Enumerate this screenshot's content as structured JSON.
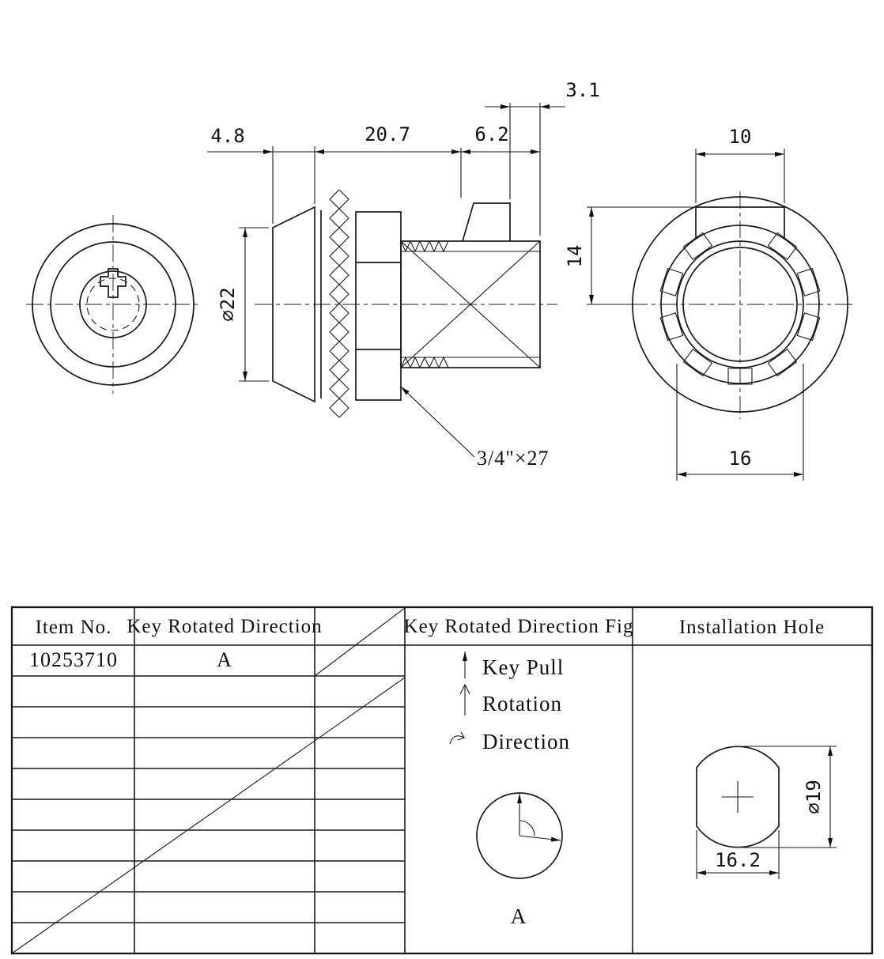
{
  "side_view": {
    "dim_head_thickness": "4.8",
    "dim_body_length": "20.7",
    "dim_cam_length": "6.2",
    "dim_cam_offset": "3.1",
    "dim_head_diameter": "⌀22",
    "thread_label": "3/4\"×27"
  },
  "rear_view": {
    "dim_flat_width": "10",
    "dim_flat_to_center": "14",
    "dim_across_width": "16"
  },
  "table": {
    "headers": {
      "item_no": "Item No.",
      "key_rotated_direction": "Key Rotated Direction",
      "key_rotated_direction_fig": "Key Rotated Direction Fig",
      "installation_hole": "Installation Hole"
    },
    "row": {
      "item_no": "10253710",
      "key_rotated_direction": "A"
    },
    "fig": {
      "key_pull": "Key Pull",
      "rotation": "Rotation",
      "direction": "Direction",
      "diagram_label": "A"
    },
    "installation_hole": {
      "dim_diameter": "⌀19",
      "dim_width": "16.2"
    }
  }
}
